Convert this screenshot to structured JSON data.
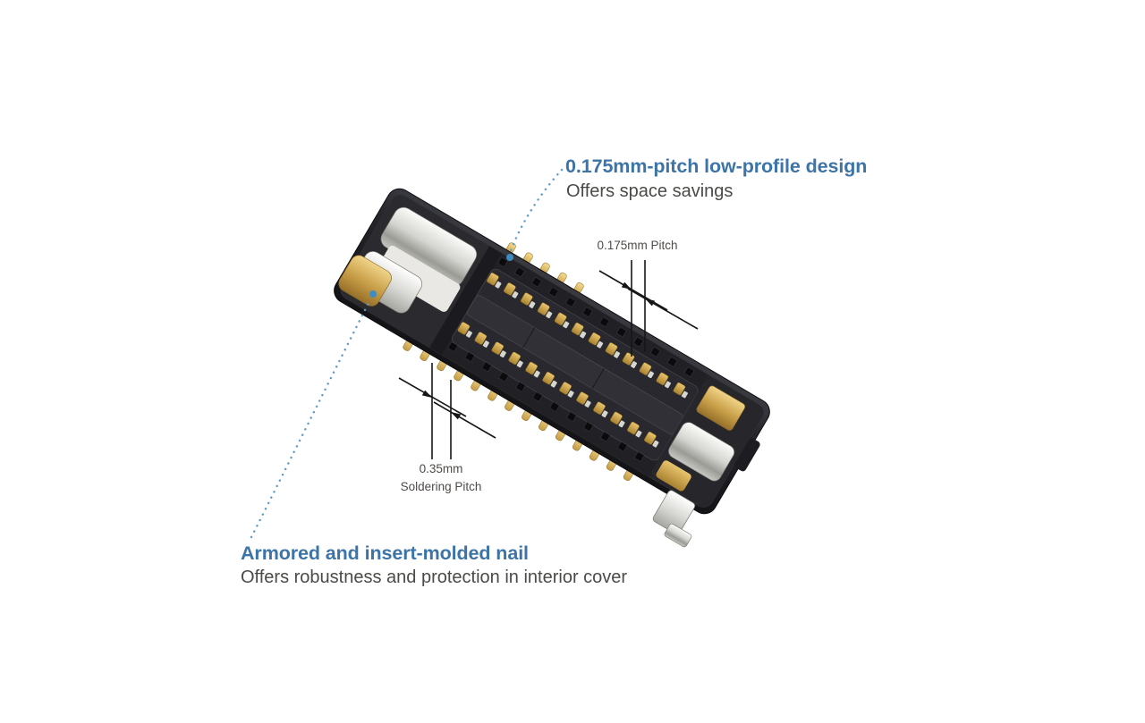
{
  "page": {
    "background": "#ffffff",
    "description": "Annotated product diagram of a 0.175mm-pitch armored board-to-board connector"
  },
  "callouts": [
    {
      "id": "pitch-design",
      "title": "0.175mm-pitch low-profile design",
      "subtitle": "Offers space savings"
    },
    {
      "id": "armored-nail",
      "title": "Armored and insert-molded nail",
      "subtitle": "Offers robustness and protection in interior cover"
    }
  ],
  "dimensions": {
    "pitch_label": "0.175mm Pitch",
    "soldering_label_line1": "0.35mm",
    "soldering_label_line2": "Soldering Pitch"
  },
  "colors": {
    "heading_blue": "#3d74a8",
    "body_text_gray": "#4a4a47",
    "dimension_text_gray": "#4f4b48",
    "dimension_line_black": "#161616",
    "leader_dot_blue": "#5d9cc9",
    "leader_endpoint_blue": "#3e8cc2",
    "connector_black": "#222227",
    "contact_gold": "#c89f48",
    "armor_silver": "#d9d8d4"
  }
}
